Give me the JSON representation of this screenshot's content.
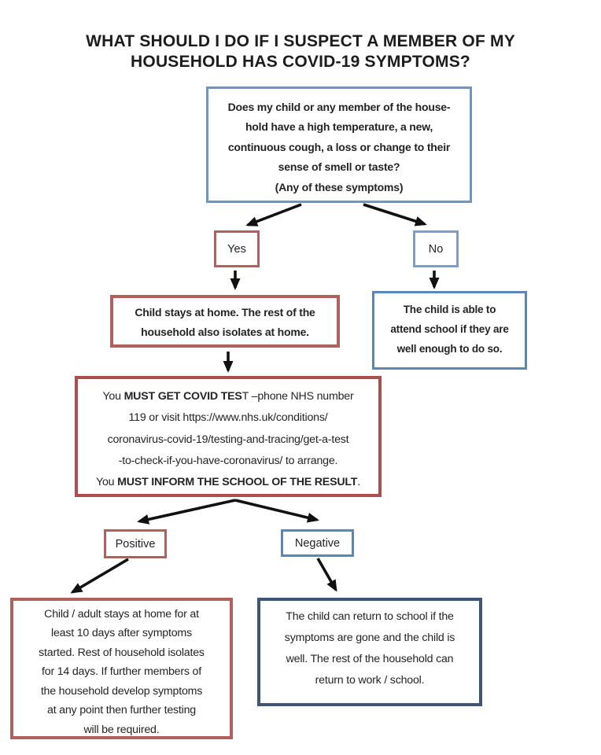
{
  "page": {
    "title_lines": [
      "WHAT SHOULD I DO IF I SUSPECT A MEMBER OF MY",
      "HOUSEHOLD HAS COVID-19 SYMPTOMS?"
    ]
  },
  "colors": {
    "blue": "#6f94bd",
    "blue_light": "#7d9ec7",
    "blue_mid": "#5d86b8",
    "navy": "#3e5676",
    "red": "#b2605d",
    "red_dark": "#a94f4c",
    "arrow": "#111111",
    "text": "#242424",
    "bg": "#ffffff"
  },
  "flowchart": {
    "question": {
      "lines": [
        "Does my child or any member of the house-",
        "hold have a high temperature, a new,",
        "continuous cough, a loss or change to their",
        "sense of smell or taste?",
        "(Any of these symptoms)"
      ]
    },
    "yes_label": "Yes",
    "no_label": "No",
    "stay_home": {
      "lines": [
        "Child stays at home.  The rest of the",
        "household also isolates at home."
      ]
    },
    "attend_school": {
      "lines": [
        "The child is able to",
        "attend school if they are",
        "well enough to do so."
      ]
    },
    "covid_test": {
      "segments": [
        {
          "t": "You ",
          "b": false
        },
        {
          "t": "MUST GET COVID TES",
          "b": true
        },
        {
          "t": "T –phone NHS number\n119 or visit https://www.nhs.uk/conditions/\ncoronavirus-covid-19/testing-and-tracing/get-a-test\n-to-check-if-you-have-coronavirus/ to arrange.\nYou ",
          "b": false
        },
        {
          "t": "MUST INFORM THE SCHOOL OF THE RESULT",
          "b": true
        },
        {
          "t": ".",
          "b": false
        }
      ]
    },
    "positive_label": "Positive",
    "negative_label": "Negative",
    "isolate": {
      "lines": [
        "Child / adult stays at home for at",
        "least 10 days after symptoms",
        "started.  Rest of household isolates",
        "for 14 days.  If further members of",
        "the household develop symptoms",
        "at any point then further testing",
        "will be required."
      ]
    },
    "return_school": {
      "lines": [
        "The child can return to school if the",
        "symptoms are gone and the child is",
        "well.  The rest of the household can",
        "return to work / school."
      ]
    }
  }
}
